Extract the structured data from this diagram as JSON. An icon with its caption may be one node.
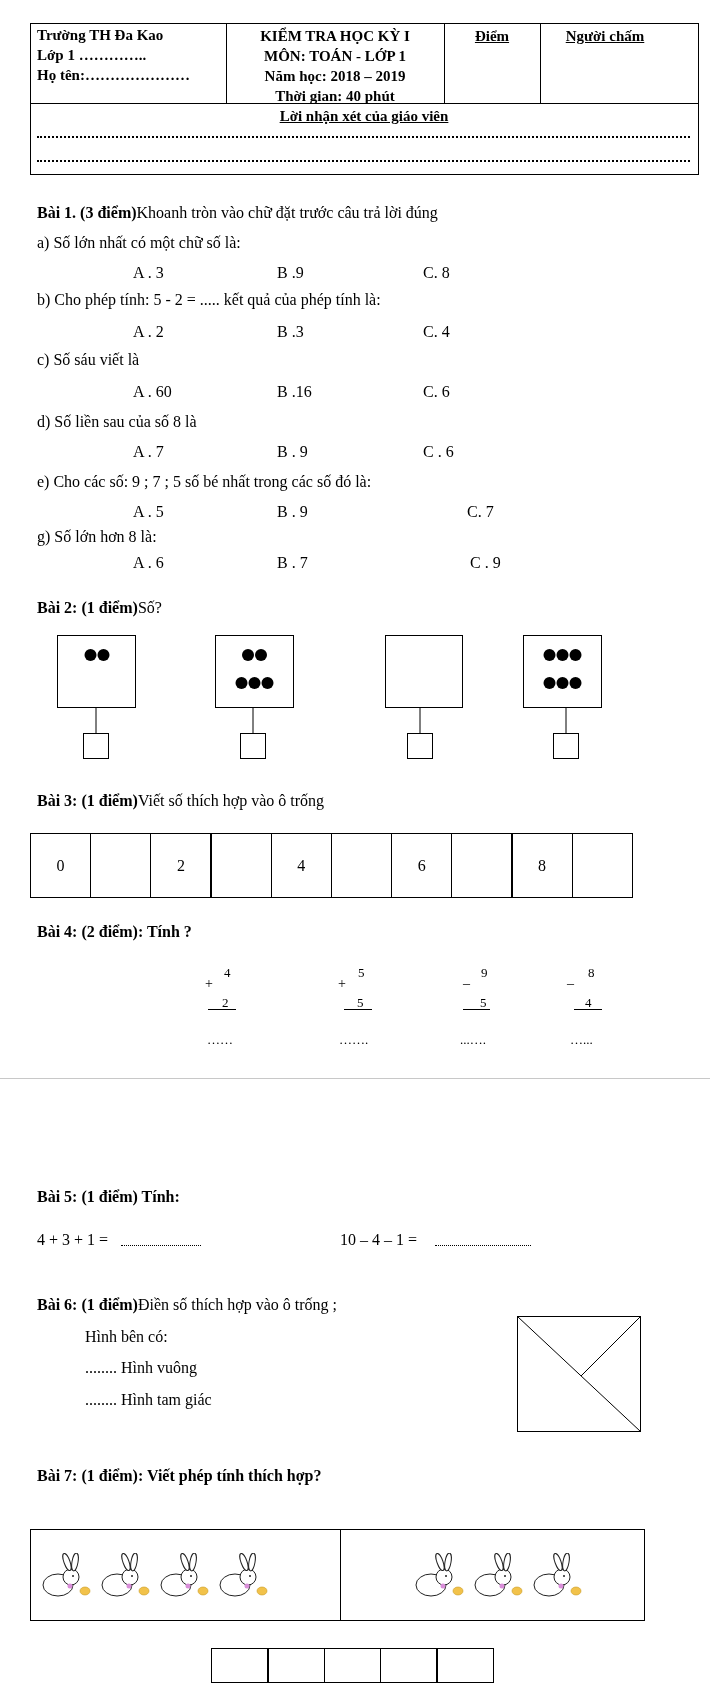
{
  "diagram": {
    "nodes": [
      {
        "text": [],
        "shape": "box"
      },
      {
        "text": [],
        "shape": "box"
      },
      {
        "text": [],
        "shape": "box"
      },
      {
        "text": [],
        "shape": "box"
      },
      {
        "text": [],
        "shape": "box"
      },
      {
        "text": [],
        "shape": "box"
      },
      {
        "text": [],
        "shape": "box"
      },
      {
        "text": [],
        "shape": "box"
      }
    ],
    "edges": [
      {
        "from": 0,
        "to": 4,
        "arrow": "none"
      },
      {
        "from": 1,
        "to": 5,
        "arrow": "none"
      },
      {
        "from": 2,
        "to": 6,
        "arrow": "none"
      },
      {
        "from": 3,
        "to": 7,
        "arrow": "none"
      }
    ],
    "labels": [
      "Trường TH Đa Kao",
      "Lớp 1 …………..",
      "Họ tên:…………………",
      "KIỂM TRA HỌC KỲ I",
      "MÔN: TOÁN - LỚP 1",
      "Năm học: 2018 – 2019",
      "Thời gian: 40 phút",
      "Điểm",
      "Người chấm",
      "Lời nhận xét của giáo viên",
      "**Bài 1. (3 điểm)**Khoanh tròn vào chữ đặt trước câu trả lời đúng",
      "a) Số lớn nhất có một chữ số là:",
      "A . 3",
      "B .9",
      "C. 8",
      "b) Cho phép tính: 5 - 2 = ..... kết quả của phép tính là:",
      "A . 2",
      "B .3",
      "C. 4",
      "c) Số sáu viết là",
      "A . 60",
      "B .16",
      "C. 6",
      "d) Số liền sau của số 8 là",
      "A . 7",
      "B . 9",
      "C . 6",
      "e) Cho các số: 9 ; 7 ; 5 số bé nhất trong các số đó là:",
      "A . 5",
      "B . 9",
      "C. 7",
      "g) Số lớn hơn 8 là:",
      "A . 6",
      "B . 7",
      "C . 9",
      "**Bài 2: (1 điểm)**Số?",
      "**Bài 3: (1 điểm)**Viết số thích hợp vào ô trống",
      "0",
      "2",
      "4",
      "6",
      "8",
      "Bài 4: (2 điểm): Tính ?",
      "+",
      "4",
      "2",
      "……",
      "+",
      "5",
      "5",
      "…….",
      "–",
      "9",
      "5",
      "...….",
      "–",
      "8",
      "4",
      "…...",
      "Bài 5: (1 điểm) Tính:",
      "4 + 3 + 1 =",
      "10 – 4 – 1 =",
      "**Bài 6: (1 điểm)**Điền số thích hợp vào ô trống ;",
      "Hình bên có:",
      "........ Hình vuông",
      "........ Hình tam giác",
      "Bài 7: (1 điểm): Viết phép tính thích hợp?"
    ]
  }
}
